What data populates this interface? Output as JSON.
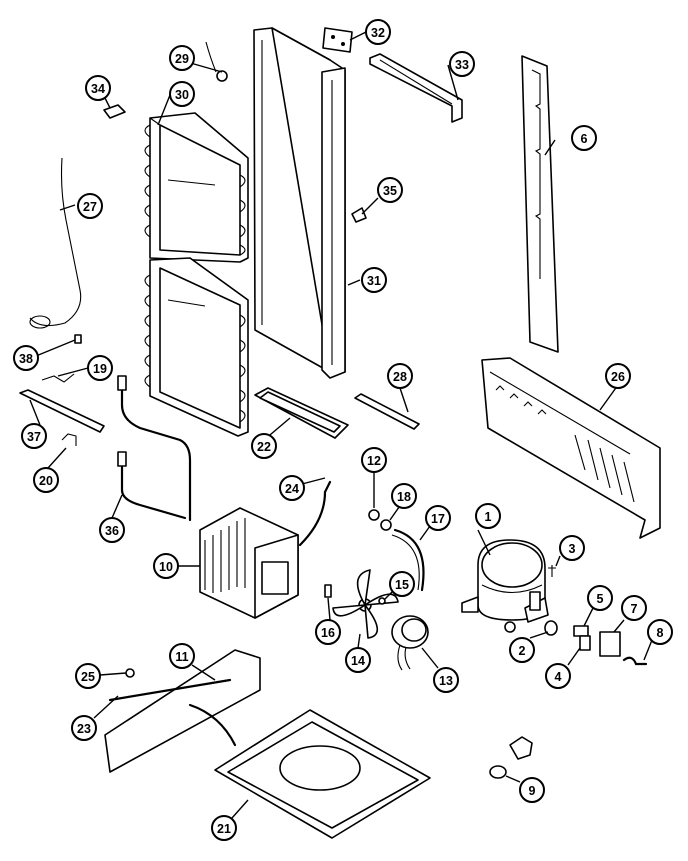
{
  "diagram": {
    "callouts": [
      {
        "num": "1"
      },
      {
        "num": "2"
      },
      {
        "num": "3"
      },
      {
        "num": "4"
      },
      {
        "num": "5"
      },
      {
        "num": "6"
      },
      {
        "num": "7"
      },
      {
        "num": "8"
      },
      {
        "num": "9"
      },
      {
        "num": "10"
      },
      {
        "num": "11"
      },
      {
        "num": "12"
      },
      {
        "num": "13"
      },
      {
        "num": "14"
      },
      {
        "num": "15"
      },
      {
        "num": "16"
      },
      {
        "num": "17"
      },
      {
        "num": "18"
      },
      {
        "num": "19"
      },
      {
        "num": "20"
      },
      {
        "num": "21"
      },
      {
        "num": "22"
      },
      {
        "num": "23"
      },
      {
        "num": "24"
      },
      {
        "num": "25"
      },
      {
        "num": "26"
      },
      {
        "num": "27"
      },
      {
        "num": "28"
      },
      {
        "num": "29"
      },
      {
        "num": "30"
      },
      {
        "num": "31"
      },
      {
        "num": "32"
      },
      {
        "num": "33"
      },
      {
        "num": "34"
      },
      {
        "num": "35"
      },
      {
        "num": "36"
      },
      {
        "num": "37"
      },
      {
        "num": "38"
      }
    ]
  }
}
